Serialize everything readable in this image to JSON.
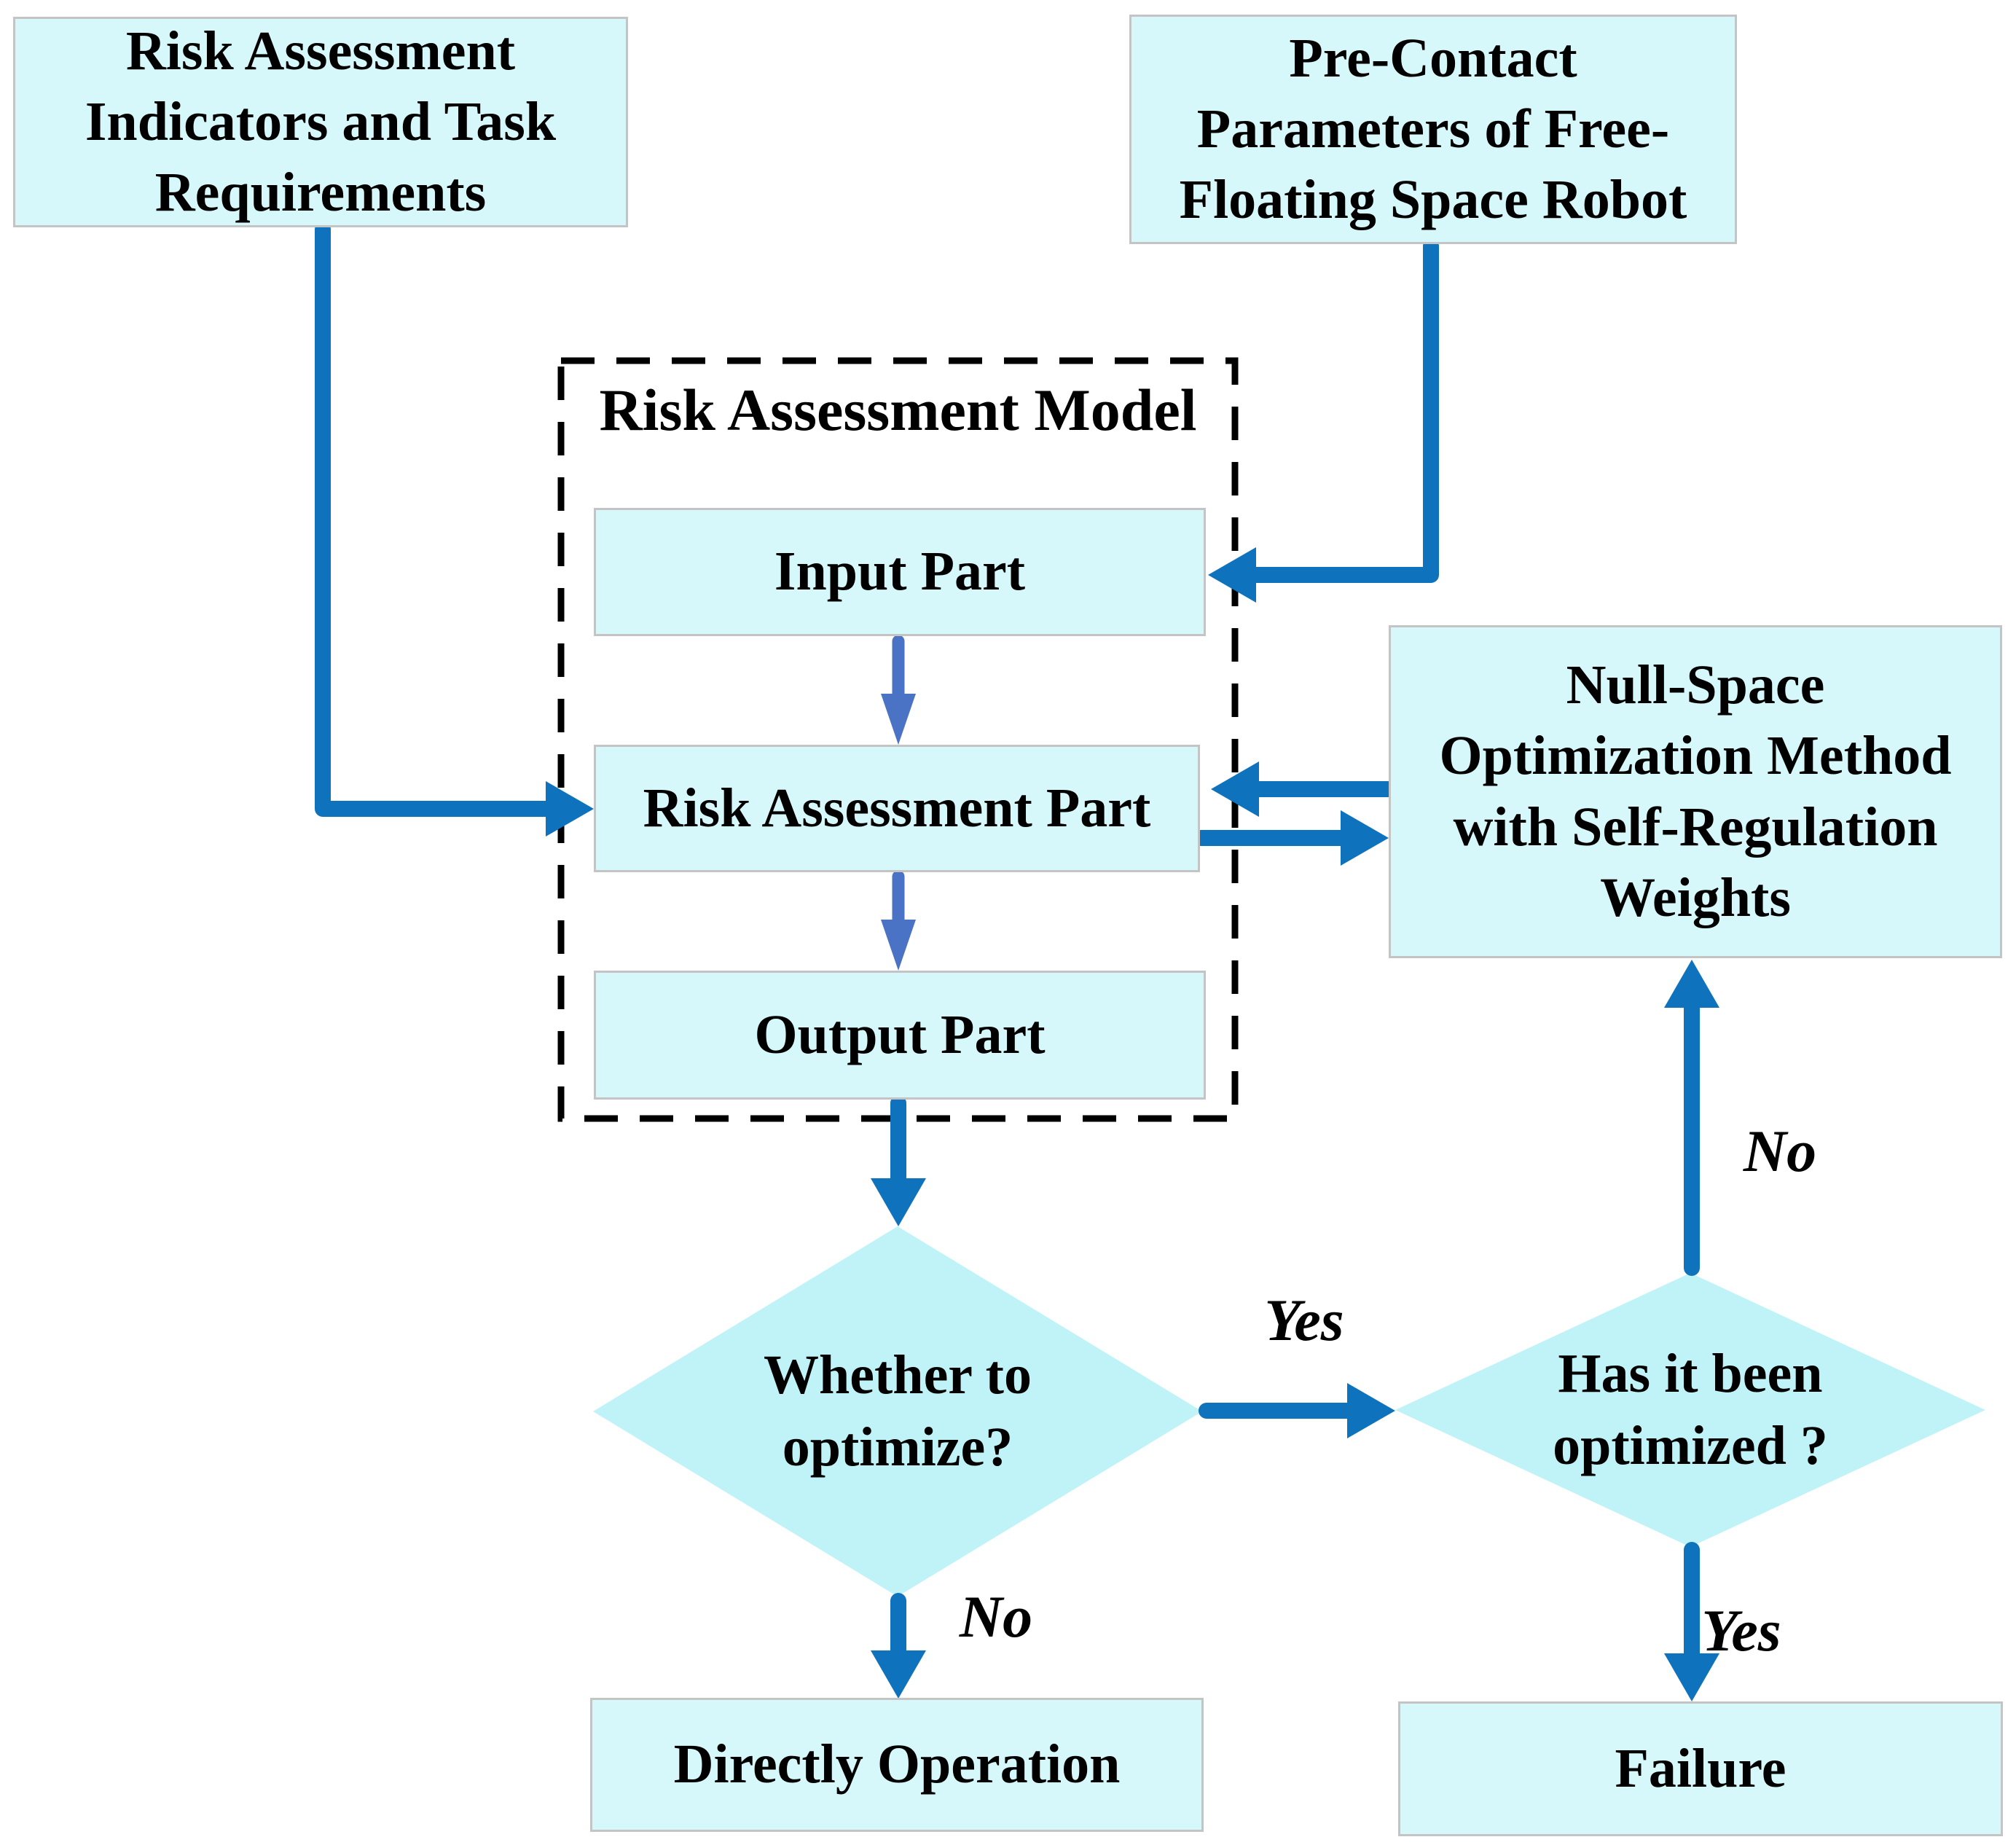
{
  "figure": {
    "title": "Risk Assessment Model",
    "colors": {
      "background": "#FFFFFF",
      "node_fill": "#D6F8FA",
      "diamond_fill": "#BFF3F8",
      "node_border": "#C4C4C4",
      "arrow_dark": "#0E72BC",
      "arrow_light": "#4A73C5",
      "dashed_border": "#000000",
      "text": "#000000"
    },
    "nodes": {
      "indicators": {
        "label": "Risk Assessment\nIndicators and Task\nRequirements"
      },
      "precontact": {
        "label": "Pre-Contact\nParameters of Free-\nFloating Space Robot"
      },
      "model_title": {
        "label": "Risk Assessment Model"
      },
      "input_part": {
        "label": "Input Part"
      },
      "risk_assessment_part": {
        "label": "Risk Assessment Part"
      },
      "output_part": {
        "label": "Output Part"
      },
      "nullspace": {
        "label": "Null-Space\nOptimization Method\nwith Self-Regulation\nWeights"
      },
      "decision_whether": {
        "label": "Whether to\noptimize?"
      },
      "decision_optimized": {
        "label": "Has it been\noptimized ?"
      },
      "directly_operation": {
        "label": "Directly Operation"
      },
      "failure": {
        "label": "Failure"
      }
    },
    "edge_labels": {
      "decision1_to_decision2": "Yes",
      "decision1_to_directly": "No",
      "decision2_to_failure": "Yes",
      "decision2_to_nullspace": "No"
    }
  }
}
